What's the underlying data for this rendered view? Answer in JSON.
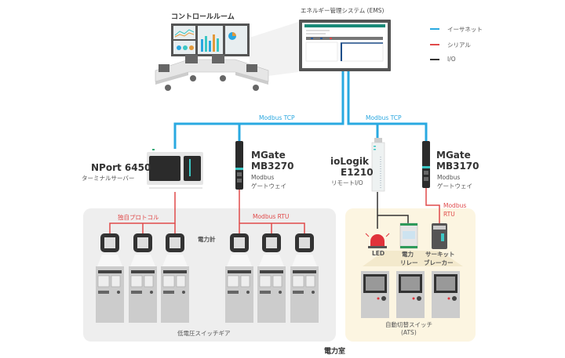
{
  "colors": {
    "ethernet": "#29a9e1",
    "serial": "#e04a4a",
    "io": "#333333",
    "lv_zone": "#eeeeee",
    "ats_zone": "#fcf5e1",
    "device_dark": "#2b2b2b",
    "device_teal": "#3bc7c4",
    "ems_header": "#1a8a78"
  },
  "control_room": {
    "title": "コントロールルーム"
  },
  "ems": {
    "title": "エネルギー管理システム (EMS)"
  },
  "legend": {
    "items": [
      {
        "label": "イーサネット",
        "type": "ethernet"
      },
      {
        "label": "シリアル",
        "type": "serial"
      },
      {
        "label": "I/O",
        "type": "io"
      }
    ]
  },
  "links": {
    "modbus_tcp_left": "Modbus TCP",
    "modbus_tcp_right": "Modbus TCP",
    "proprietary": "独自プロトコル",
    "modbus_rtu_mid": "Modbus RTU",
    "modbus_rtu_right_1": "Modbus",
    "modbus_rtu_right_2": "RTU"
  },
  "devices": {
    "nport": {
      "name": "NPort 6450",
      "sub": "ターミナルサーバー"
    },
    "mgate3270": {
      "name1": "MGate",
      "name2": "MB3270",
      "sub1": "Modbus",
      "sub2": "ゲートウェイ"
    },
    "iologik": {
      "name1": "ioLogik",
      "name2": "E1210",
      "sub": "リモートI/O"
    },
    "mgate3170": {
      "name1": "MGate",
      "name2": "MB3170",
      "sub1": "Modbus",
      "sub2": "ゲートウェイ"
    }
  },
  "power_meter": {
    "label": "電力計"
  },
  "lv_switchgear": {
    "label": "低電圧スイッチギア"
  },
  "ats": {
    "label1": "自動切替スイッチ",
    "label2": "(ATS)",
    "led": "LED",
    "relay1": "電力",
    "relay2": "リレー",
    "breaker1": "サーキット",
    "breaker2": "ブレーカー"
  },
  "room": {
    "label": "電力室"
  }
}
